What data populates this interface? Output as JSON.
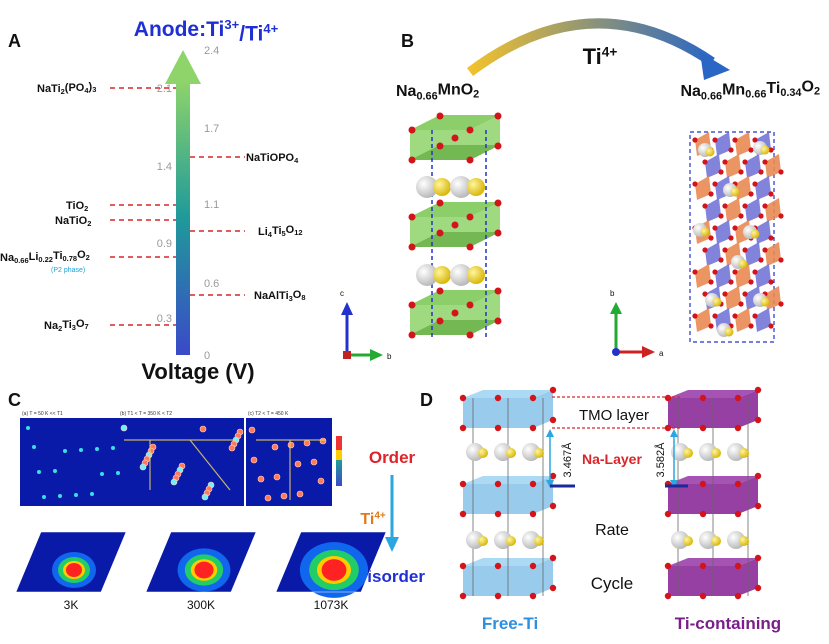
{
  "panels": {
    "A": {
      "letter": "A",
      "title": "Anode:Ti3+/Ti4+",
      "axis_label": "Voltage (V)",
      "ticks": [
        "2.4",
        "2.1",
        "1.7",
        "1.4",
        "1.1",
        "0.9",
        "0.6",
        "0.3",
        "0"
      ],
      "compounds_left": [
        {
          "label": "NaTi2(PO4)3",
          "tick": "2.1"
        },
        {
          "label": "TiO2",
          "tick": "1.1"
        },
        {
          "label": "NaTiO2",
          "tick": "1.1"
        },
        {
          "label": "Na0.66Li0.22Ti0.78O2",
          "tick": "0.9"
        },
        {
          "label": "Na2Ti3O7",
          "tick": "0.3"
        }
      ],
      "compounds_right": [
        {
          "label": "NaTiOPO4",
          "tick": "1.4"
        },
        {
          "label": "Li4Ti5O12",
          "tick": "0.9"
        },
        {
          "label": "NaAlTi3O8",
          "tick": "0.6"
        }
      ],
      "phase_note": "(P2 phase)"
    },
    "B": {
      "letter": "B",
      "dopant": "Ti4+",
      "left_formula": "Na0.66MnO2",
      "right_formula": "Na0.66Mn0.66Ti0.34O2",
      "axes_left": [
        "c",
        "b"
      ],
      "axes_right": [
        "b",
        "a"
      ]
    },
    "C": {
      "letter": "C",
      "maps": [
        {
          "label": "(a)",
          "temp": "T = 50 K << T1"
        },
        {
          "label": "(b)",
          "temp": "T1 < T = 350 K < T2"
        },
        {
          "label": "(c)",
          "temp": "T2 < T = 450 K"
        }
      ],
      "order_label": "Order",
      "dopant": "Ti4+",
      "disorder_label": "Disorder",
      "temperatures": [
        "3K",
        "300K",
        "1073K"
      ]
    },
    "D": {
      "letter": "D",
      "tmo_label": "TMO layer",
      "na_layer_label": "Na-Layer",
      "spacing_left": "3.467Å",
      "spacing_right": "3.582Å",
      "rate_label": "Rate",
      "cycle_label": "Cycle",
      "free_label": "Free-Ti",
      "containing_label": "Ti-containing"
    }
  },
  "colors": {
    "title_blue": "#1f2fd6",
    "dash_red": "#d8262a",
    "order_red": "#e0222b",
    "dopant_orange": "#e07a1c",
    "disorder_blue": "#1f2fd6",
    "free_blue": "#2d8fe0",
    "purple": "#7a1f8a",
    "layer_green": "#7ec95a",
    "layer_blue": "#8ec7ea",
    "layer_purple": "#8b2b9a"
  }
}
